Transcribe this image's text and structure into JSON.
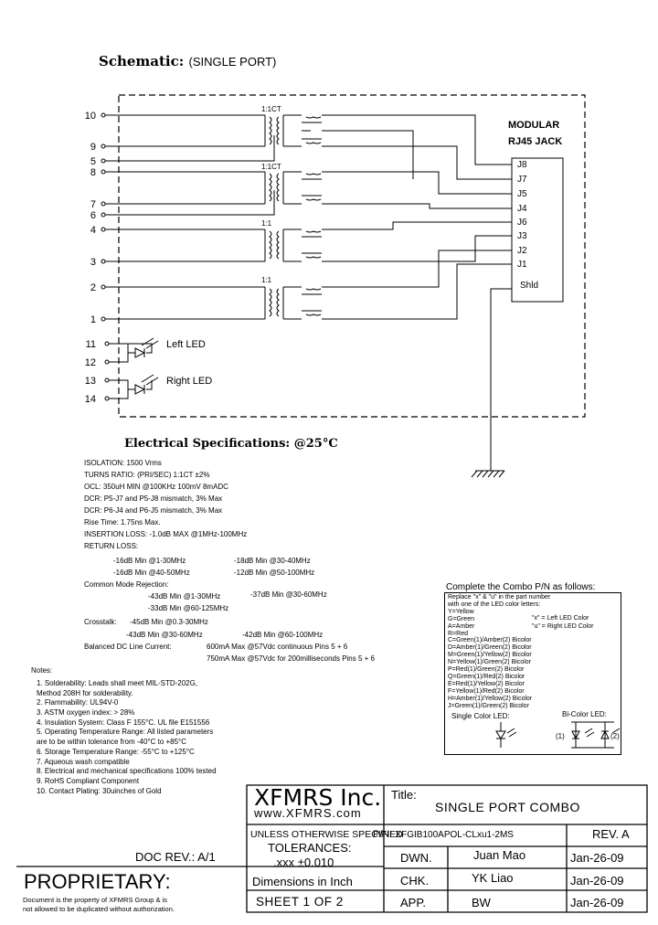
{
  "schematic": {
    "title": "Schematic:",
    "subtitle": "(SINGLE PORT)",
    "jack_title_1": "MODULAR",
    "jack_title_2": "RJ45  JACK",
    "ratio_1ct_a": "1:1CT",
    "ratio_1ct_b": "1:1CT",
    "ratio_11_a": "1:1",
    "ratio_11_b": "1:1",
    "pins": [
      "10",
      "9",
      "5",
      "8",
      "7",
      "6",
      "4",
      "3",
      "2",
      "1",
      "11",
      "12",
      "13",
      "14"
    ],
    "jack_pins": [
      "J8",
      "J7",
      "J5",
      "J4",
      "J6",
      "J3",
      "J2",
      "J1",
      "Shld"
    ],
    "left_led": "Left LED",
    "right_led": "Right LED"
  },
  "electrical": {
    "heading": "Electrical   Specifications: @25°C",
    "lines": [
      "ISOLATION: 1500 Vrms",
      "TURNS RATIO: (PRI/SEC) 1:1CT ±2%",
      "OCL: 350uH MIN @100KHz 100mV 8mADC",
      "DCR: P5-J7 and P5-J8 mismatch, 3% Max",
      "DCR: P6-J4 and P6-J5 mismatch, 3% Max",
      "Rise Time: 1.75ns Max.",
      "INSERTION LOSS: -1.0dB MAX @1MHz-100MHz",
      "RETURN LOSS:"
    ],
    "return_loss": [
      "-16dB Min @1-30MHz",
      "-18dB Min @30-40MHz",
      "-16dB Min @40-50MHz",
      "-12dB Min @50-100MHz"
    ],
    "cmr_label": "Common Mode Rejection:",
    "cmr": [
      "-43dB Min @1-30MHz",
      "-37dB Min @30-60MHz",
      "-33dB Min @60-125MHz"
    ],
    "crosstalk_label": "Crosstalk:",
    "crosstalk": [
      "-45dB Min @0.3-30MHz",
      "-43dB Min @30-60MHz",
      "-42dB Min @60-100MHz"
    ],
    "dc_label": "Balanced DC Line Current:",
    "dc": [
      "600mA Max @57Vdc continuous Pins 5 + 6",
      "750mA Max @57Vdc for 200milliseconds Pins 5 + 6"
    ]
  },
  "notes": {
    "label": "Notes:",
    "items": [
      "1.  Solderability: Leads shall meet MIL-STD-202G,",
      "     Method 208H for solderability.",
      "2.  Flammability: UL94V-0",
      "3.  ASTM oxygen index: > 28%",
      "4.  Insulation System: Class F 155°C. UL file E151556",
      "5.  Operating Temperature Range: All listed parameters",
      "     are to be within tolerance from -40°C to +85°C",
      "6.  Storage Temperature Range: -55°C to +125°C",
      "7.  Aqueous wash compatible",
      "8.  Electrical and mechanical specifications 100% tested",
      "9.  RoHS Compliant Component",
      "10. Contact Plating: 30uinches of Gold"
    ]
  },
  "combo": {
    "heading": "Complete the Combo P/N as follows:",
    "replace_1": "Replace \"x\" & \"u\" in the part number",
    "replace_2": "with one of the LED color letters:",
    "x_note": "\"x\" = Left LED Color",
    "u_note": "\"u\" = Right LED Color",
    "colors": [
      "Y=Yellow",
      "G=Green",
      "A=Amber",
      "R=Red",
      "C=Green(1)/Amber(2) Bicolor",
      "D=Amber(1)/Green(2) Bicolor",
      "M=Green(1)/Yellow(2) Bicolor",
      "N=Yellow(1)/Green(2) Bicolor",
      "P=Red(1)/Green(2) Bicolor",
      "Q=Green(1)/Red(2) Bicolor",
      "E=Red(1)/Yellow(2) Bicolor",
      "F=Yellow(1)/Red(2) Bicolor",
      "H=Amber(1)/Yellow(2) Bicolor",
      "J=Green(1)/Green(2) Bicolor"
    ],
    "single_led": "Single Color LED:",
    "bi_led": "Bi-Color LED:",
    "bi_1": "(1)",
    "bi_2": "(2)"
  },
  "title_block": {
    "company": "XFMRS Inc.",
    "website": "www.XFMRS.com",
    "title_label": "Title:",
    "title": "SINGLE PORT COMBO",
    "unless": "UNLESS OTHERWISE SPECIFIED",
    "tolerances": "TOLERANCES:",
    "tolerance_value": ".xxx ±0.010",
    "dimensions": "Dimensions in Inch",
    "pn_label": "P/N:",
    "pn": "XFGIB100APOL-CLxu1-2MS",
    "rev": "REV. A",
    "dwn_label": "DWN.",
    "dwn_name": "Juan Mao",
    "dwn_date": "Jan-26-09",
    "chk_label": "CHK.",
    "chk_name": "YK Liao",
    "chk_date": "Jan-26-09",
    "app_label": "APP.",
    "app_name": "BW",
    "app_date": "Jan-26-09",
    "sheet": "SHEET  1  OF  2",
    "doc_rev": "DOC REV.: A/1",
    "proprietary": "PROPRIETARY:",
    "prop_1": "Document is the property of XFMRS Group & is",
    "prop_2": "not allowed to be duplicated without authorization."
  }
}
